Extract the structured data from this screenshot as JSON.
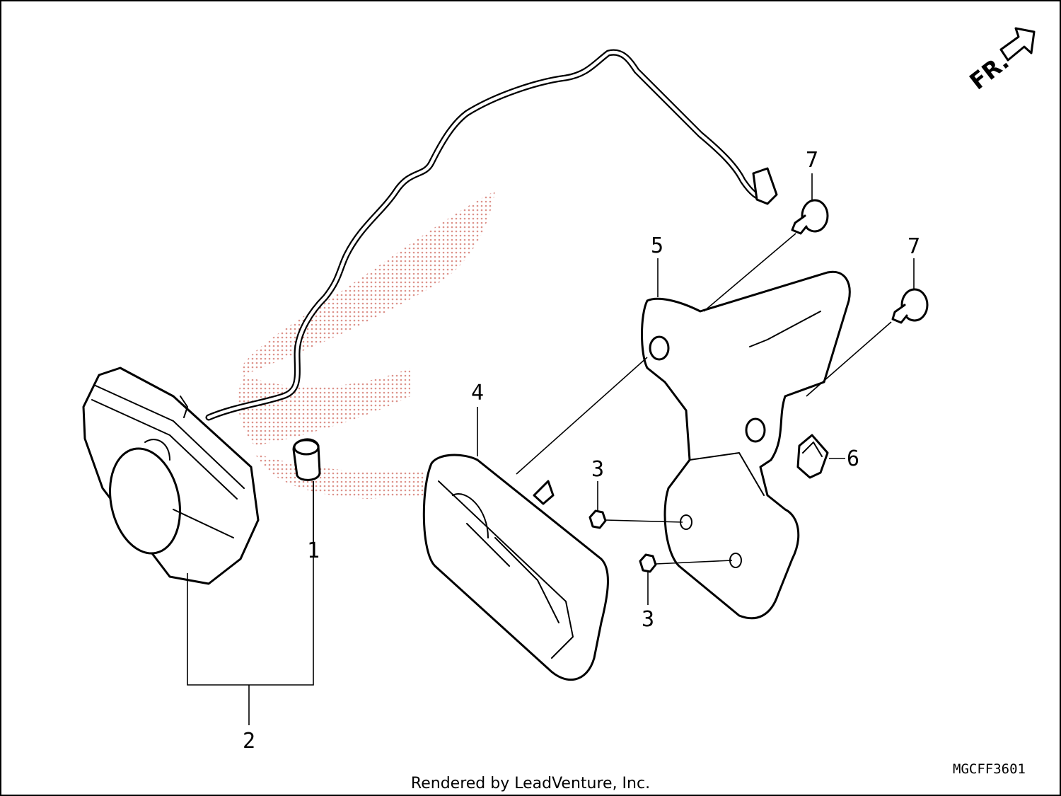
{
  "callouts": {
    "p1": "1",
    "p2": "2",
    "p3a": "3",
    "p3b": "3",
    "p4": "4",
    "p5": "5",
    "p6": "6",
    "p7a": "7",
    "p7b": "7"
  },
  "direction_label": "FR.",
  "diagram_code": "MGCFF3601",
  "credit": "Rendered by LeadVenture, Inc."
}
